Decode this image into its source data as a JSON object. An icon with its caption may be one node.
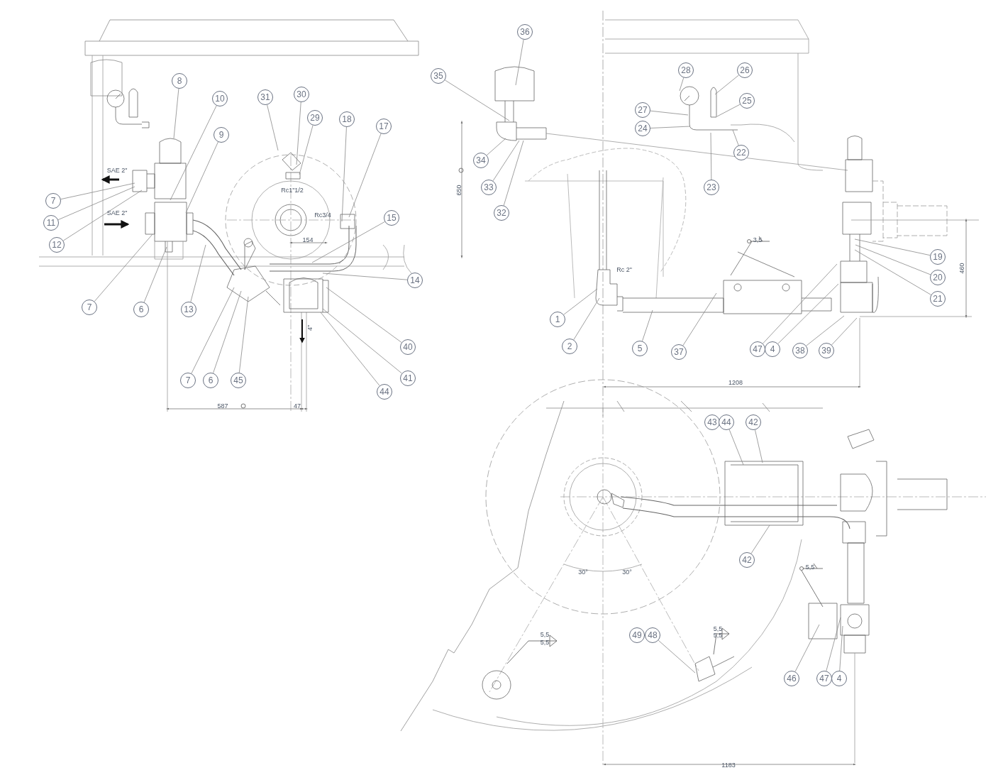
{
  "diagram": {
    "nodes": [
      {
        "text": [
          "8"
        ]
      },
      {
        "text": [
          "10"
        ]
      },
      {
        "text": [
          "9"
        ]
      },
      {
        "text": [
          "7"
        ]
      },
      {
        "text": [
          "11"
        ]
      },
      {
        "text": [
          "12"
        ]
      },
      {
        "text": [
          "7"
        ]
      },
      {
        "text": [
          "6"
        ]
      },
      {
        "text": [
          "13"
        ]
      },
      {
        "text": [
          "31"
        ]
      },
      {
        "text": [
          "30"
        ]
      },
      {
        "text": [
          "29"
        ]
      },
      {
        "text": [
          "18"
        ]
      },
      {
        "text": [
          "17"
        ]
      },
      {
        "text": [
          "15"
        ]
      },
      {
        "text": [
          "14"
        ]
      },
      {
        "text": [
          "40"
        ]
      },
      {
        "text": [
          "41"
        ]
      },
      {
        "text": [
          "44"
        ]
      },
      {
        "text": [
          "7"
        ]
      },
      {
        "text": [
          "6"
        ]
      },
      {
        "text": [
          "45"
        ]
      },
      {
        "text": [
          "36"
        ]
      },
      {
        "text": [
          "35"
        ]
      },
      {
        "text": [
          "34"
        ]
      },
      {
        "text": [
          "33"
        ]
      },
      {
        "text": [
          "32"
        ]
      },
      {
        "text": [
          "28"
        ]
      },
      {
        "text": [
          "26"
        ]
      },
      {
        "text": [
          "27"
        ]
      },
      {
        "text": [
          "25"
        ]
      },
      {
        "text": [
          "24"
        ]
      },
      {
        "text": [
          "23"
        ]
      },
      {
        "text": [
          "22"
        ]
      },
      {
        "text": [
          "19"
        ]
      },
      {
        "text": [
          "20"
        ]
      },
      {
        "text": [
          "21"
        ]
      },
      {
        "text": [
          "1"
        ]
      },
      {
        "text": [
          "2"
        ]
      },
      {
        "text": [
          "5"
        ]
      },
      {
        "text": [
          "37"
        ]
      },
      {
        "text": [
          "47"
        ]
      },
      {
        "text": [
          "4"
        ]
      },
      {
        "text": [
          "38"
        ]
      },
      {
        "text": [
          "39"
        ]
      },
      {
        "text": [
          "43"
        ]
      },
      {
        "text": [
          "44"
        ]
      },
      {
        "text": [
          "42"
        ]
      },
      {
        "text": [
          "42"
        ]
      },
      {
        "text": [
          "49"
        ]
      },
      {
        "text": [
          "48"
        ]
      },
      {
        "text": [
          "46"
        ]
      },
      {
        "text": [
          "47"
        ]
      },
      {
        "text": [
          "4"
        ]
      }
    ],
    "edges": [
      {
        "from": 0,
        "to": null,
        "arrow": "none"
      },
      {
        "from": 1,
        "to": null,
        "arrow": "none"
      },
      {
        "from": 2,
        "to": null,
        "arrow": "none"
      },
      {
        "from": 3,
        "to": null,
        "arrow": "none"
      },
      {
        "from": 4,
        "to": null,
        "arrow": "none"
      },
      {
        "from": 5,
        "to": null,
        "arrow": "none"
      },
      {
        "from": 6,
        "to": null,
        "arrow": "none"
      },
      {
        "from": 7,
        "to": null,
        "arrow": "none"
      },
      {
        "from": 8,
        "to": null,
        "arrow": "none"
      },
      {
        "from": 9,
        "to": null,
        "arrow": "none"
      },
      {
        "from": 10,
        "to": null,
        "arrow": "none"
      },
      {
        "from": 11,
        "to": null,
        "arrow": "none"
      },
      {
        "from": 12,
        "to": null,
        "arrow": "none"
      },
      {
        "from": 13,
        "to": null,
        "arrow": "none"
      },
      {
        "from": 14,
        "to": null,
        "arrow": "none"
      },
      {
        "from": 15,
        "to": null,
        "arrow": "none"
      },
      {
        "from": 16,
        "to": null,
        "arrow": "none"
      },
      {
        "from": 17,
        "to": null,
        "arrow": "none"
      },
      {
        "from": 18,
        "to": null,
        "arrow": "none"
      },
      {
        "from": 19,
        "to": null,
        "arrow": "none"
      },
      {
        "from": 20,
        "to": null,
        "arrow": "none"
      },
      {
        "from": 21,
        "to": null,
        "arrow": "none"
      },
      {
        "from": 22,
        "to": null,
        "arrow": "none"
      },
      {
        "from": 23,
        "to": null,
        "arrow": "none"
      },
      {
        "from": 24,
        "to": null,
        "arrow": "none"
      },
      {
        "from": 25,
        "to": null,
        "arrow": "none"
      },
      {
        "from": 26,
        "to": null,
        "arrow": "none"
      },
      {
        "from": 27,
        "to": null,
        "arrow": "none"
      },
      {
        "from": 28,
        "to": null,
        "arrow": "none"
      },
      {
        "from": 29,
        "to": null,
        "arrow": "none"
      },
      {
        "from": 30,
        "to": null,
        "arrow": "none"
      },
      {
        "from": 31,
        "to": null,
        "arrow": "none"
      },
      {
        "from": 32,
        "to": null,
        "arrow": "none"
      },
      {
        "from": 33,
        "to": null,
        "arrow": "none"
      },
      {
        "from": 34,
        "to": null,
        "arrow": "none"
      },
      {
        "from": 35,
        "to": null,
        "arrow": "none"
      },
      {
        "from": 36,
        "to": null,
        "arrow": "none"
      },
      {
        "from": 37,
        "to": null,
        "arrow": "none"
      },
      {
        "from": 38,
        "to": null,
        "arrow": "none"
      },
      {
        "from": 39,
        "to": null,
        "arrow": "none"
      },
      {
        "from": 40,
        "to": null,
        "arrow": "none"
      },
      {
        "from": 41,
        "to": null,
        "arrow": "none"
      },
      {
        "from": 42,
        "to": null,
        "arrow": "none"
      },
      {
        "from": 43,
        "to": null,
        "arrow": "none"
      },
      {
        "from": 44,
        "to": null,
        "arrow": "none"
      },
      {
        "from": 46,
        "to": null,
        "arrow": "none"
      },
      {
        "from": 47,
        "to": null,
        "arrow": "none"
      },
      {
        "from": 48,
        "to": null,
        "arrow": "none"
      },
      {
        "from": 50,
        "to": null,
        "arrow": "none"
      },
      {
        "from": 51,
        "to": null,
        "arrow": "none"
      },
      {
        "from": 52,
        "to": null,
        "arrow": "none"
      },
      {
        "from": 53,
        "to": null,
        "arrow": "none"
      }
    ],
    "labels": [
      "SAE 2\"",
      "SAE 2\"",
      "Rc1\"1/2",
      "Rc3/4",
      "154",
      "4\"",
      "587",
      "47",
      "650",
      "Rc 2\"",
      "3,5",
      "460",
      "1208",
      "30°",
      "30°",
      "5,5",
      "5,5",
      "5,5",
      "5,5",
      "5,5",
      "1183"
    ]
  }
}
